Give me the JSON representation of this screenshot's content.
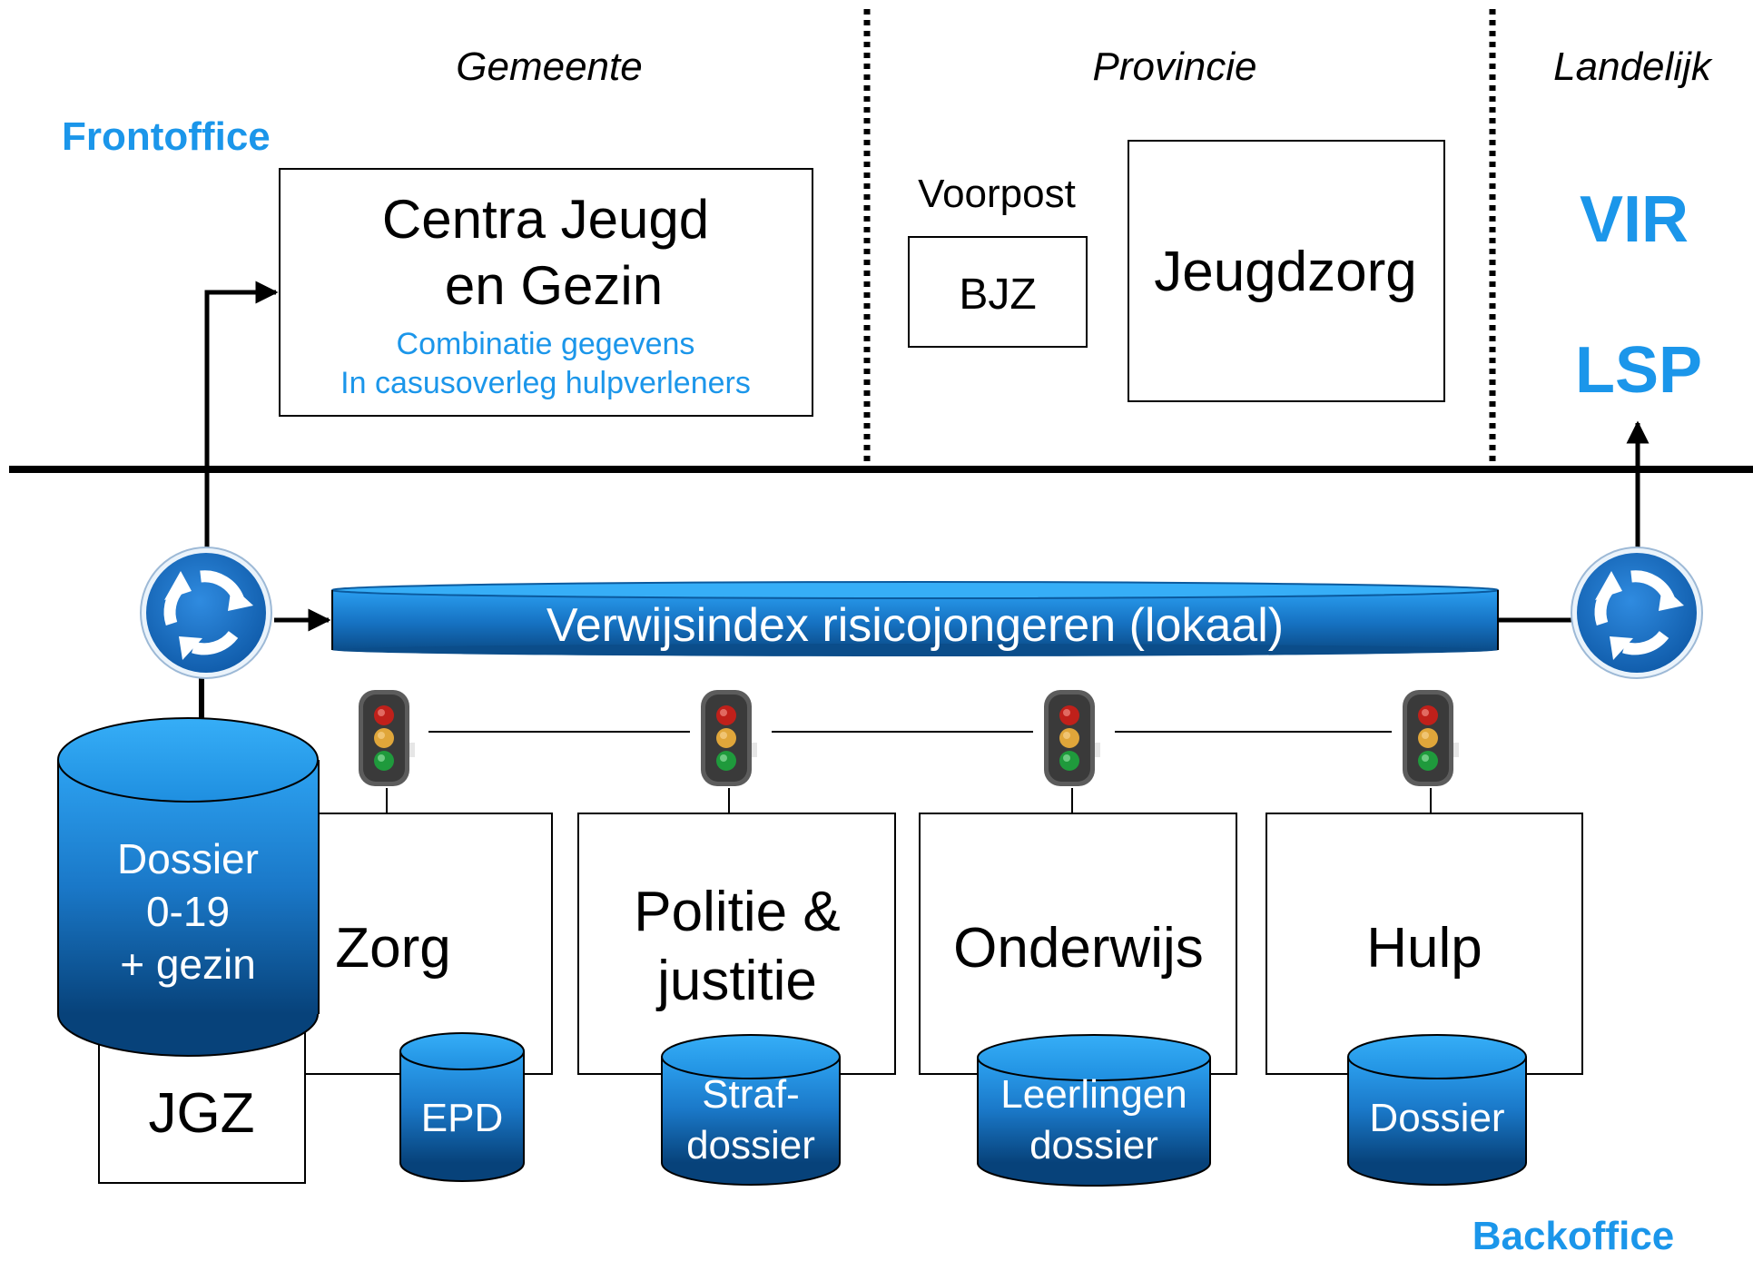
{
  "regions": {
    "gemeente": "Gemeente",
    "provincie": "Provincie",
    "landelijk": "Landelijk"
  },
  "frontoffice": "Frontoffice",
  "backoffice": "Backoffice",
  "cjg": {
    "title_line1": "Centra Jeugd",
    "title_line2": "en Gezin",
    "note_line1": "Combinatie gegevens",
    "note_line2": "In casusoverleg hulpverleners"
  },
  "voorpost": "Voorpost",
  "bjz": "BJZ",
  "jeugdzorg": "Jeugdzorg",
  "vir": "VIR",
  "lsp": "LSP",
  "verwijsindex": "Verwijsindex risicojongeren (lokaal)",
  "dossier_main": {
    "line1": "Dossier",
    "line2": "0-19",
    "line3": "+ gezin"
  },
  "jgz": "JGZ",
  "domains": [
    {
      "line1": "Zorg",
      "line2": ""
    },
    {
      "line1": "Politie &",
      "line2": "justitie"
    },
    {
      "line1": "Onderwijs",
      "line2": ""
    },
    {
      "line1": "Hulp",
      "line2": ""
    }
  ],
  "stores": [
    {
      "line1": "EPD",
      "line2": ""
    },
    {
      "line1": "Straf-",
      "line2": "dossier"
    },
    {
      "line1": "Leerlingen",
      "line2": "dossier"
    },
    {
      "line1": "Dossier",
      "line2": ""
    }
  ],
  "colors": {
    "accent_text": "#1b96ea",
    "cylinder_top": "#2da3f2",
    "cylinder_bottom": "#07427a",
    "roundabout": "#1a6fc4"
  },
  "icons": {
    "roundabout": "roundabout-sign-icon",
    "traffic_light": "traffic-light-icon"
  }
}
